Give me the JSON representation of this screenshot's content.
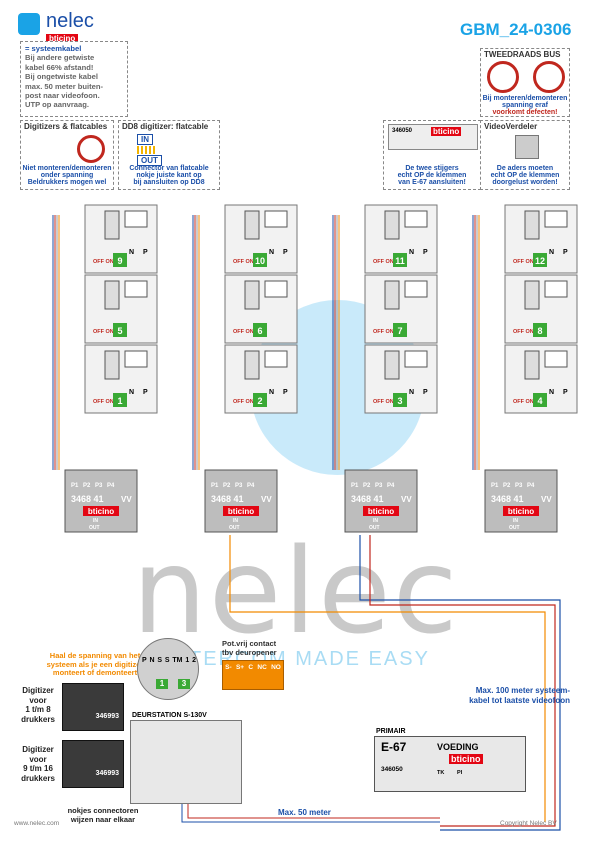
{
  "header": {
    "logo_name": "nelec",
    "logo_sub": "bticino",
    "doc_code": "GBM_24-0306"
  },
  "notes": {
    "cable": {
      "title": "= systeemkabel",
      "lines": [
        "Bij andere getwiste",
        "kabel 66% afstand!",
        "Bij ongetwiste kabel",
        "max. 50 meter buiten-",
        "post naar videofoon.",
        "UTP op aanvraag."
      ]
    },
    "digitizers": {
      "title": "Digitizers & flatcables",
      "caption": [
        "Niet monteren/demonteren",
        "onder spanning",
        "Beldrukkers mogen wel"
      ]
    },
    "dd8": {
      "title": "DD8 digitizer: flatcable",
      "in_label": "IN",
      "out_label": "OUT",
      "caption": [
        "Connector van flatcable",
        "nokje juiste kant op",
        "bij aansluiten op DD8"
      ]
    },
    "bus": {
      "title": "TWEEDRAADS BUS",
      "caption": [
        "Bij monteren/demonteren",
        "spanning eraf",
        "voorkomt defecten!"
      ]
    },
    "stijgers": {
      "device": "346050",
      "brand": "bticino",
      "caption": [
        "De twee stijgers",
        "echt OP de klemmen",
        "van E-67 aansluiten!"
      ]
    },
    "videoverdeler": {
      "title": "VideoVerdeler",
      "caption": [
        "De aders moeten",
        "echt OP de klemmen",
        "doorgelust worden!"
      ]
    }
  },
  "risers": [
    {
      "units": [
        {
          "off_on": "OFF ON",
          "n": "N",
          "p": "P",
          "num": "9"
        },
        {
          "off_on": "OFF ON",
          "n": "",
          "p": "",
          "num": "5"
        },
        {
          "off_on": "OFF ON",
          "n": "N",
          "p": "P",
          "num": "1"
        }
      ]
    },
    {
      "units": [
        {
          "off_on": "OFF ON",
          "n": "N",
          "p": "P",
          "num": "10"
        },
        {
          "off_on": "OFF ON",
          "n": "",
          "p": "",
          "num": "6"
        },
        {
          "off_on": "OFF ON",
          "n": "N",
          "p": "P",
          "num": "2"
        }
      ]
    },
    {
      "units": [
        {
          "off_on": "OFF ON",
          "n": "N",
          "p": "P",
          "num": "11"
        },
        {
          "off_on": "OFF ON",
          "n": "",
          "p": "",
          "num": "7"
        },
        {
          "off_on": "OFF ON",
          "n": "N",
          "p": "P",
          "num": "3"
        }
      ]
    },
    {
      "units": [
        {
          "off_on": "OFF ON",
          "n": "N",
          "p": "P",
          "num": "12"
        },
        {
          "off_on": "OFF ON",
          "n": "",
          "p": "",
          "num": "8"
        },
        {
          "off_on": "OFF ON",
          "n": "N",
          "p": "P",
          "num": "4"
        }
      ]
    }
  ],
  "distributor": {
    "ports": [
      "P1",
      "P2",
      "P3",
      "P4"
    ],
    "model": "3468 41",
    "vv": "VV",
    "brand": "bticino",
    "in_label": "IN",
    "out_label": "OUT"
  },
  "lower": {
    "supply_note": [
      "Haal de spanning van het",
      "systeem als je een digitizer",
      "monteert of demonteert"
    ],
    "digitizer1": {
      "label": [
        "Digitizer",
        "voor",
        "1 t/m 8",
        "drukkers"
      ],
      "model": "346993"
    },
    "digitizer2": {
      "label": [
        "Digitizer",
        "voor",
        "9 t/m 16",
        "drukkers"
      ],
      "model": "346993"
    },
    "nokjes": [
      "nokjes connectoren",
      "wijzen naar elkaar"
    ],
    "deurstation": "DEURSTATION S-130V",
    "terminal_labels": [
      "P",
      "N",
      "S",
      "S",
      "TM",
      "1",
      "2"
    ],
    "terminal_num_left": "1",
    "terminal_num_right": "3",
    "contact_title": [
      "Pot.vrij contact",
      "tbv deuropener"
    ],
    "contact_terms": [
      "S-",
      "S+",
      "C",
      "NC",
      "NO"
    ],
    "max100": [
      "Max. 100 meter systeem-",
      "kabel tot laatste videofoon"
    ],
    "max50": "Max. 50 meter",
    "primair": "PRIMAIR",
    "e67": "E-67",
    "voeding": "VOEDING",
    "psu_model": "346050",
    "psu_brand": "bticino",
    "psu_terms": [
      "TK",
      "PI"
    ]
  },
  "footer": {
    "website": "www.nelec.com",
    "copyright": "Copyright Nelec BV"
  },
  "watermark": {
    "text": "nelec",
    "tagline": "INTERCOM MADE EASY"
  }
}
